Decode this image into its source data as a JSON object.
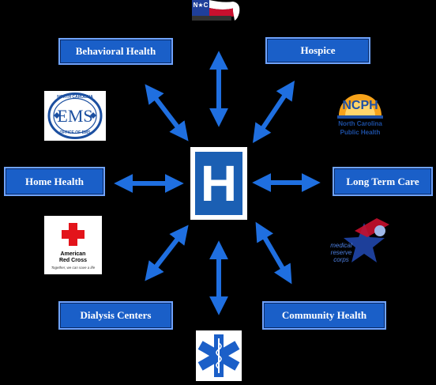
{
  "center": {
    "symbol": "H",
    "color": "#1b5fb3"
  },
  "nodes": {
    "behavioral_health": "Behavioral Health",
    "hospice": "Hospice",
    "home_health": "Home Health",
    "long_term_care": "Long Term Care",
    "dialysis_centers": "Dialysis Centers",
    "community_health": "Community Health"
  },
  "logos": {
    "nc_flag": {
      "text": "N★C"
    },
    "ems": {
      "main": "EMS",
      "top": "NORTH CAROLINA",
      "bottom": "OFFICE OF EMS"
    },
    "ncph": {
      "main": "NCPH",
      "line1": "North Carolina",
      "line2": "Public Health"
    },
    "red_cross": {
      "line1": "American",
      "line2": "Red Cross",
      "tagline": "Together, we can save a life"
    },
    "mrc": {
      "line1": "medical",
      "line2": "reserve",
      "line3": "corps"
    },
    "star_of_life": {
      "icon": "star-of-life-icon"
    }
  },
  "colors": {
    "box": "#1a5fc8",
    "arrow": "#1f6fe0",
    "background": "#000000"
  }
}
